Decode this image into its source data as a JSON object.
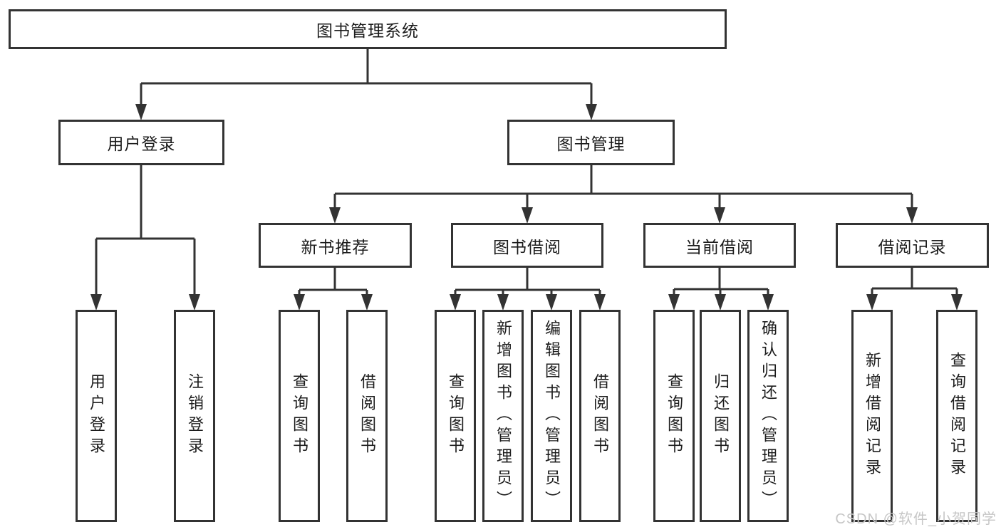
{
  "nodes": {
    "root": "图书管理系统",
    "user_login": "用户登录",
    "book_management": "图书管理",
    "new_book_recommendation": "新书推荐",
    "book_borrowing": "图书借阅",
    "current_borrowing": "当前借阅",
    "borrowing_records": "借阅记录",
    "leaf_user_login": "用户登录",
    "leaf_logout": "注销登录",
    "recommend_query_books": "查询图书",
    "recommend_borrow_books": "借阅图书",
    "borrow_query_books": "查询图书",
    "borrow_add_books": "新增图书（管理员）",
    "borrow_edit_books": "编辑图书（管理员）",
    "borrow_borrow_books": "借阅图书",
    "current_query_books": "查询图书",
    "current_return_books": "归还图书",
    "current_confirm_return": "确认归还（管理员）",
    "records_add_record": "新增借阅记录",
    "records_query_record": "查询借阅记录"
  },
  "watermark": "CSDN @软件_小贺同学",
  "colors": {
    "line": "#333333",
    "box_border": "#333333",
    "box_fill": "#ffffff",
    "text": "#1c1c1c",
    "watermark": "#c6c6c6"
  }
}
